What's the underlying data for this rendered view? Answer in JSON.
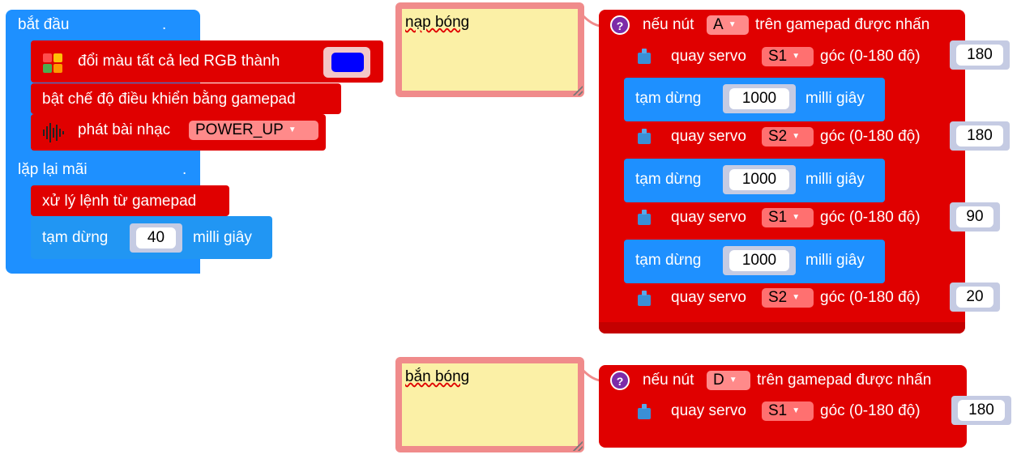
{
  "start_block": {
    "label": "bắt đầu",
    "dot": ".",
    "rgb": {
      "label": "đổi màu tất cả led RGB thành",
      "color": "#0000ff"
    },
    "gamepad_mode": {
      "label": "bật chế độ điều khiển bằng gamepad"
    },
    "music": {
      "label": "phát bài nhạc",
      "song": "POWER_UP"
    },
    "loop": {
      "label": "lặp lại mãi",
      "dot": ".",
      "process": {
        "label": "xử lý lệnh từ gamepad"
      },
      "wait": {
        "prefix": "tạm dừng",
        "value": "40",
        "suffix": "milli giây"
      }
    }
  },
  "comments": [
    {
      "text": "nạp bóng"
    },
    {
      "text": "bắn bóng"
    }
  ],
  "event_a": {
    "help": "?",
    "prefix": "nếu nút",
    "button": "A",
    "suffix": "trên gamepad được nhấn",
    "steps": [
      {
        "type": "servo",
        "label": "quay servo",
        "servo": "S1",
        "angle_label": "góc (0-180 độ)",
        "value": "180"
      },
      {
        "type": "wait",
        "prefix": "tạm dừng",
        "value": "1000",
        "suffix": "milli giây"
      },
      {
        "type": "servo",
        "label": "quay servo",
        "servo": "S2",
        "angle_label": "góc (0-180 độ)",
        "value": "180"
      },
      {
        "type": "wait",
        "prefix": "tạm dừng",
        "value": "1000",
        "suffix": "milli giây"
      },
      {
        "type": "servo",
        "label": "quay servo",
        "servo": "S1",
        "angle_label": "góc (0-180 độ)",
        "value": "90"
      },
      {
        "type": "wait",
        "prefix": "tạm dừng",
        "value": "1000",
        "suffix": "milli giây"
      },
      {
        "type": "servo",
        "label": "quay servo",
        "servo": "S2",
        "angle_label": "góc (0-180 độ)",
        "value": "20"
      }
    ]
  },
  "event_d": {
    "help": "?",
    "prefix": "nếu nút",
    "button": "D",
    "suffix": "trên gamepad được nhấn",
    "steps": [
      {
        "type": "servo",
        "label": "quay servo",
        "servo": "S1",
        "angle_label": "góc (0-180 độ)",
        "value": "180"
      }
    ]
  },
  "colors": {
    "control_blue": "#1e90ff",
    "action_red": "#e00000",
    "comment_border": "#f08b8b",
    "comment_paper": "#fbf0a6",
    "help_purple": "#7d2ba8"
  }
}
